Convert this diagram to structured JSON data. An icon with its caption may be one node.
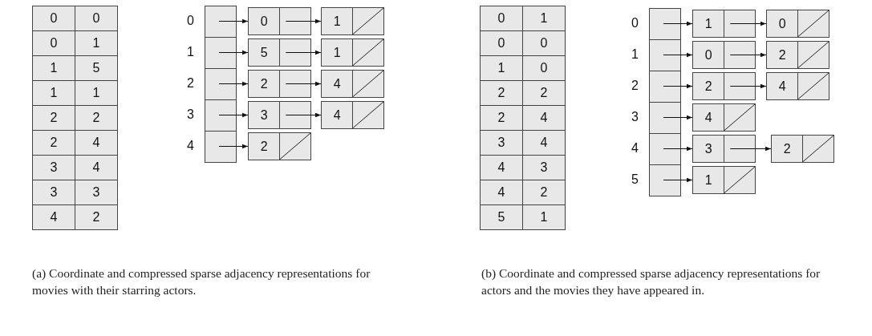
{
  "diagram": {
    "nodes": [
      {
        "text": [],
        "shape": "box",
        "beside": [
          "0"
        ]
      },
      {
        "text": [],
        "shape": "box",
        "beside": [
          "1"
        ]
      },
      {
        "text": [],
        "shape": "box",
        "beside": [
          "2"
        ]
      },
      {
        "text": [],
        "shape": "box",
        "beside": [
          "3"
        ]
      },
      {
        "text": [],
        "shape": "box",
        "beside": [
          "4"
        ]
      },
      {
        "text": [
          "0"
        ]
      },
      {
        "text": [
          "1"
        ]
      },
      {
        "text": [
          "5"
        ]
      },
      {
        "text": [
          "1"
        ]
      },
      {
        "text": [
          "2"
        ]
      },
      {
        "text": [
          "4"
        ]
      },
      {
        "text": [
          "3"
        ]
      },
      {
        "text": [
          "4"
        ]
      },
      {
        "text": [
          "2"
        ]
      },
      {
        "text": [],
        "shape": "box",
        "beside": [
          "0"
        ]
      },
      {
        "text": [],
        "shape": "box",
        "beside": [
          "1"
        ]
      },
      {
        "text": [],
        "shape": "box",
        "beside": [
          "2"
        ]
      },
      {
        "text": [],
        "shape": "box",
        "beside": [
          "3"
        ]
      },
      {
        "text": [],
        "shape": "box",
        "beside": [
          "4"
        ]
      },
      {
        "text": [],
        "shape": "box",
        "beside": [
          "5"
        ]
      },
      {
        "text": [
          "1"
        ]
      },
      {
        "text": [
          "0"
        ]
      },
      {
        "text": [
          "0"
        ]
      },
      {
        "text": [
          "2"
        ]
      },
      {
        "text": [
          "2"
        ]
      },
      {
        "text": [
          "4"
        ]
      },
      {
        "text": [
          "4"
        ]
      },
      {
        "text": [
          "3"
        ]
      },
      {
        "text": [
          "2"
        ]
      },
      {
        "text": [
          "1"
        ]
      }
    ],
    "edges": [
      {
        "from": 0,
        "to": 5,
        "arrow": "to"
      },
      {
        "from": 5,
        "to": 6,
        "arrow": "to"
      },
      {
        "from": 1,
        "to": 7,
        "arrow": "to"
      },
      {
        "from": 7,
        "to": 8,
        "arrow": "to"
      },
      {
        "from": 2,
        "to": 9,
        "arrow": "to"
      },
      {
        "from": 9,
        "to": 10,
        "arrow": "to"
      },
      {
        "from": 3,
        "to": 11,
        "arrow": "to"
      },
      {
        "from": 11,
        "to": 12,
        "arrow": "to"
      },
      {
        "from": 4,
        "to": 13,
        "arrow": "to"
      },
      {
        "from": 14,
        "to": 20,
        "arrow": "to"
      },
      {
        "from": 20,
        "to": 21,
        "arrow": "to"
      },
      {
        "from": 15,
        "to": 22,
        "arrow": "to"
      },
      {
        "from": 22,
        "to": 23,
        "arrow": "to"
      },
      {
        "from": 16,
        "to": 24,
        "arrow": "to"
      },
      {
        "from": 24,
        "to": 25,
        "arrow": "to"
      },
      {
        "from": 17,
        "to": 26,
        "arrow": "to"
      },
      {
        "from": 18,
        "to": 27,
        "arrow": "to"
      },
      {
        "from": 27,
        "to": 28,
        "arrow": "to"
      },
      {
        "from": 19,
        "to": 29,
        "arrow": "to"
      }
    ],
    "labels": [
      "0",
      "0",
      "0",
      "1",
      "1",
      "5",
      "1",
      "1",
      "2",
      "2",
      "2",
      "4",
      "3",
      "4",
      "3",
      "3",
      "4",
      "2",
      "0",
      "1",
      "0",
      "0",
      "1",
      "0",
      "2",
      "2",
      "2",
      "4",
      "3",
      "4",
      "4",
      "3",
      "4",
      "2",
      "5",
      "1",
      "(a) Coordinate and compressed sparse adjacency representations for movies with their starring actors.",
      "(b) Coordinate and compressed sparse adjacency representations for actors and the movies they have appeared in."
    ]
  }
}
